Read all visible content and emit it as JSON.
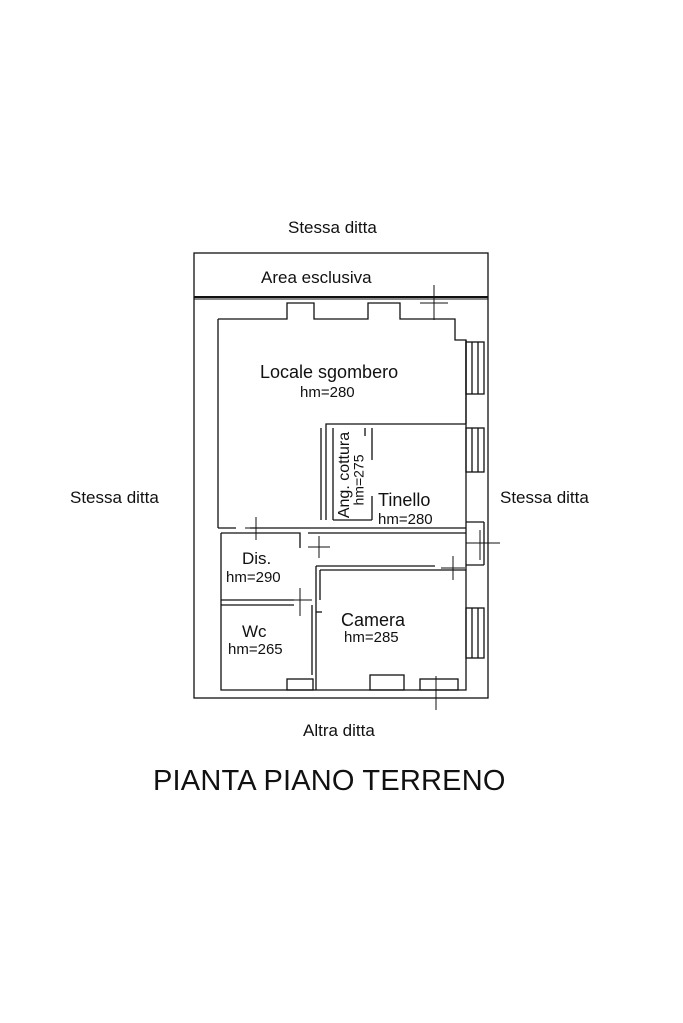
{
  "surroundings": {
    "top": "Stessa ditta",
    "left": "Stessa ditta",
    "right": "Stessa ditta",
    "bottom": "Altra ditta"
  },
  "areas": {
    "exclusive": "Area esclusiva"
  },
  "rooms": {
    "locale_sgombero": {
      "name": "Locale sgombero",
      "height": "hm=280"
    },
    "angolo_cottura": {
      "name": "Ang. cottura",
      "height": "hm=275"
    },
    "tinello": {
      "name": "Tinello",
      "height": "hm=280"
    },
    "disimpegno": {
      "name": "Dis.",
      "height": "hm=290"
    },
    "wc": {
      "name": "Wc",
      "height": "hm=265"
    },
    "camera": {
      "name": "Camera",
      "height": "hm=285"
    }
  },
  "title": "PIANTA PIANO TERRENO",
  "colors": {
    "ink": "#111111",
    "background": "#ffffff"
  }
}
